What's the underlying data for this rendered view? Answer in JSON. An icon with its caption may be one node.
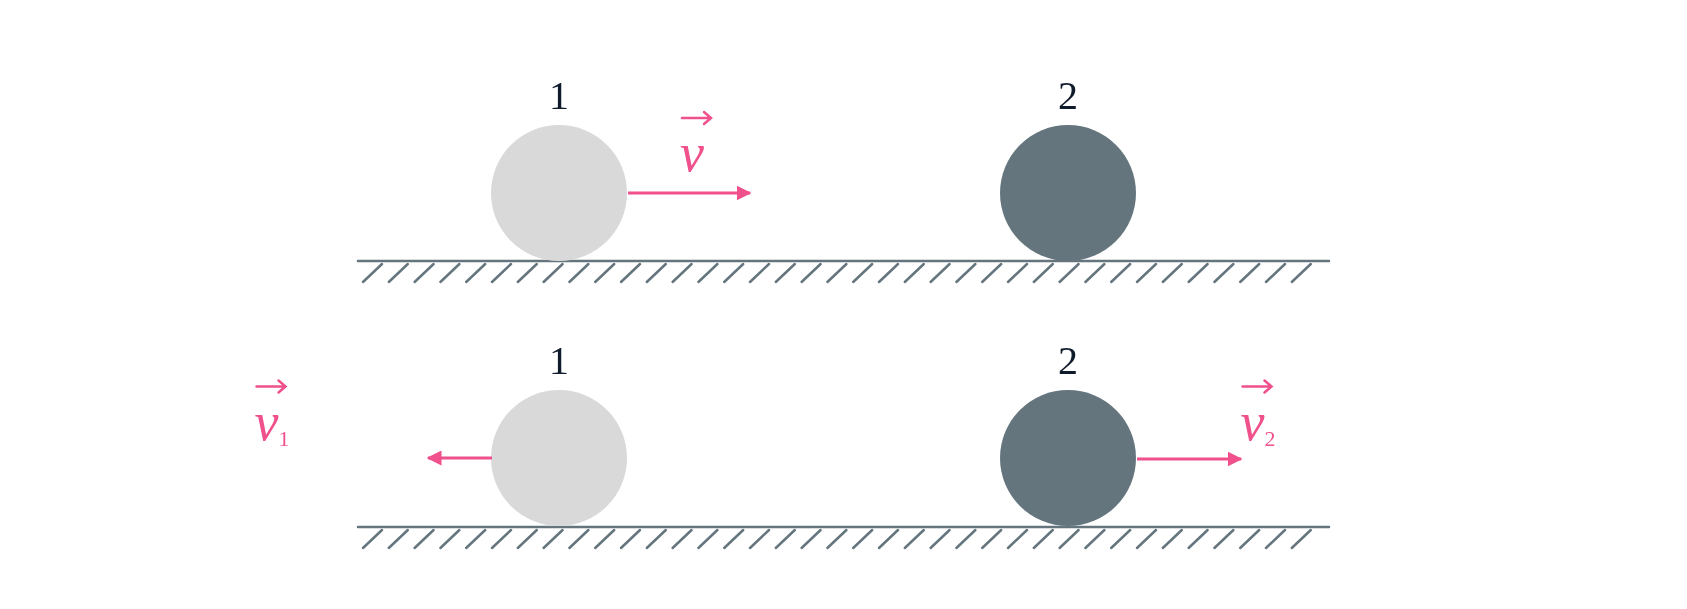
{
  "diagram": {
    "nodes": [
      {
        "text": [],
        "shape": "circle"
      },
      {
        "text": [],
        "shape": "circle"
      },
      {
        "text": [],
        "shape": "circle"
      },
      {
        "text": [],
        "shape": "circle"
      }
    ],
    "labels": [
      "1",
      "v",
      "2",
      "1",
      "v$_{1}$",
      "2",
      "v$_{2}$"
    ]
  }
}
